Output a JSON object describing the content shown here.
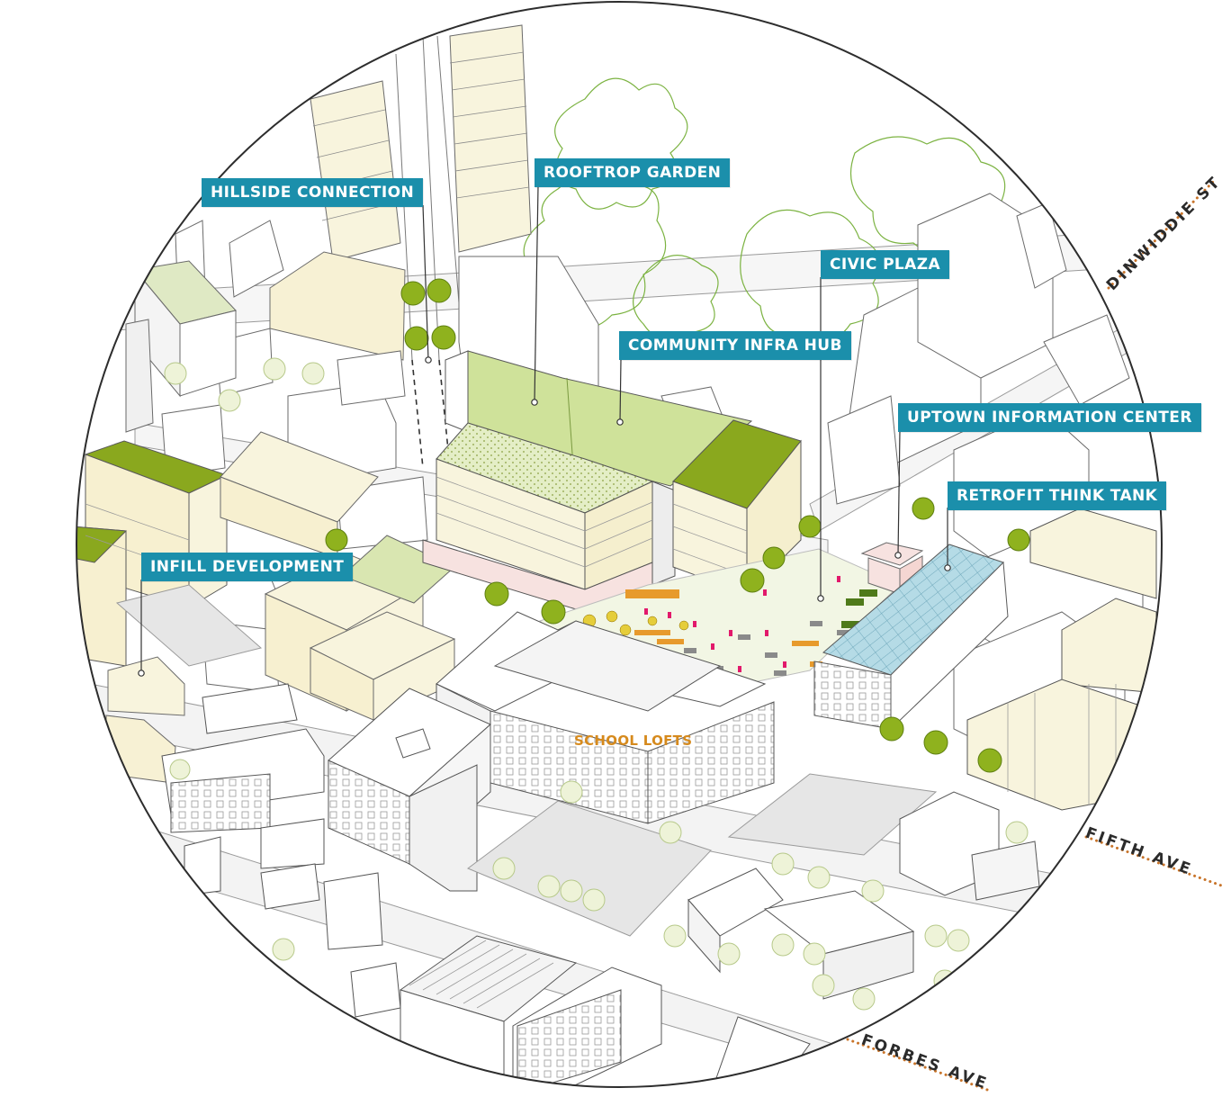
{
  "labels": {
    "hillside_connection": "HILLSIDE CONNECTION",
    "rooftop_garden": "ROOFTROP GARDEN",
    "civic_plaza": "CIVIC PLAZA",
    "community_infra_hub": "COMMUNITY INFRA HUB",
    "uptown_information_center": "UPTOWN INFORMATION CENTER",
    "retrofit_think_tank": "RETROFIT THINK TANK",
    "infill_development": "INFILL DEVELOPMENT",
    "school_lofts": "SCHOOL LOFTS"
  },
  "streets": {
    "dinwiddie": "DINWIDDIE ST",
    "fifth": "FIFTH AVE",
    "forbes": "FORBES AVE"
  },
  "colors": {
    "label_bg": "#1b8fab",
    "label_text": "#ffffff",
    "school_lofts_text": "#d68a1d",
    "street_dots": "#c8742a",
    "green_roof": "#8aa81e",
    "light_green_roof": "#d9e6b1",
    "building_cream": "#f8f4dd",
    "glass_roof": "#a9d3e0",
    "plaza_pink": "#f7e2e0",
    "accent_magenta": "#e2196b",
    "accent_orange": "#e79a2c",
    "tree_green": "#9bbd2a",
    "tree_light": "#e7efc6",
    "outline": "#6a6a6a",
    "circle": "#2d2d2d"
  }
}
